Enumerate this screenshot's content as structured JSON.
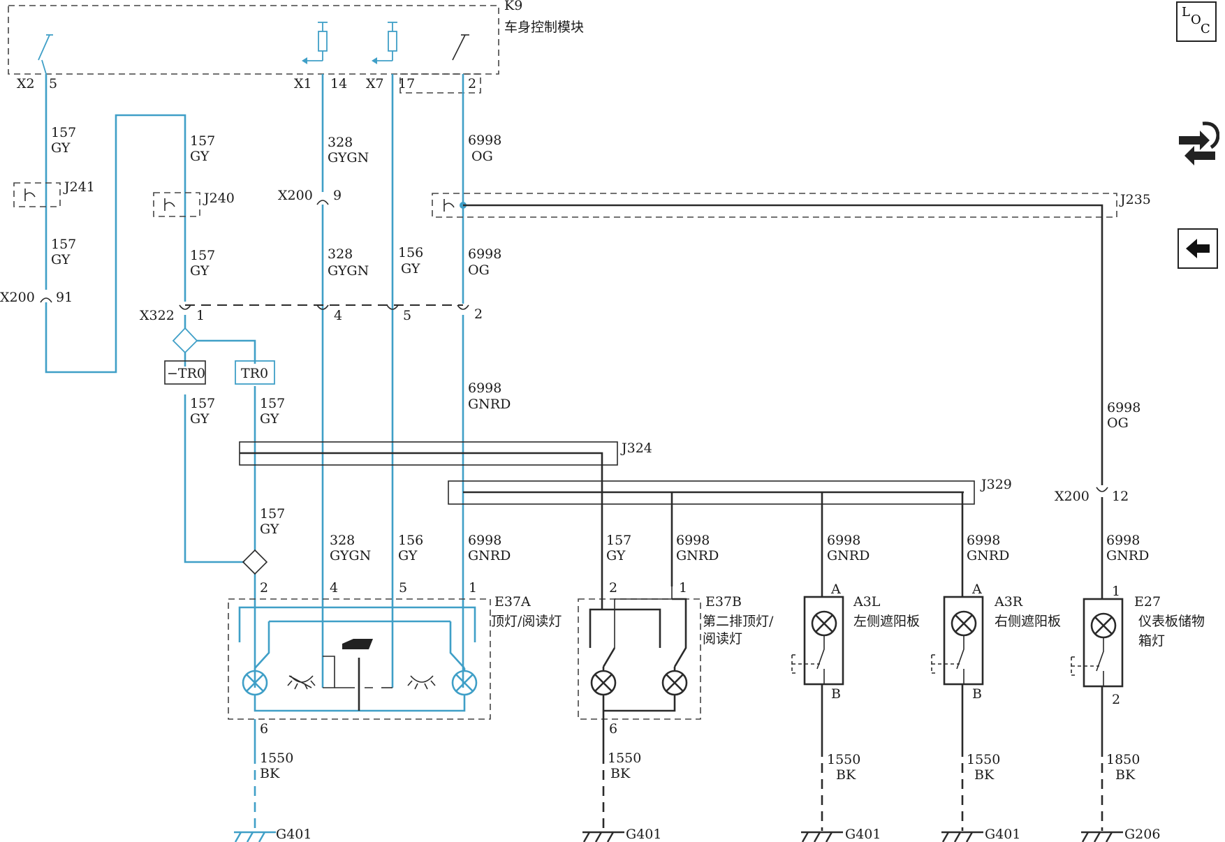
{
  "module": {
    "id": "K9",
    "name": "车身控制模块"
  },
  "module_pins": {
    "x2": "X2",
    "x2_pin": "5",
    "x1": "X1",
    "x1_pin": "14",
    "x7": "X7",
    "x7_pin": "17",
    "pin2": "2"
  },
  "wires": {
    "w1_num": "157",
    "w1_col": "GY",
    "w2_num": "157",
    "w2_col": "GY",
    "w3_num": "328",
    "w3_col": "GYGN",
    "w4_num": "6998",
    "w4_col": "OG",
    "w5_num": "157",
    "w5_col": "GY",
    "w6_num": "157",
    "w6_col": "GY",
    "w7_num": "328",
    "w7_col": "GYGN",
    "w8_num": "156",
    "w8_col": "GY",
    "w9_num": "6998",
    "w9_col": "OG",
    "w10_num": "6998",
    "w10_col": "GNRD",
    "w11_num": "157",
    "w11_col": "GY",
    "w12_num": "157",
    "w12_col": "GY",
    "w13_num": "6998",
    "w13_col": "OG",
    "w14_num": "157",
    "w14_col": "GY",
    "w15_num": "328",
    "w15_col": "GYGN",
    "w16_num": "156",
    "w16_col": "GY",
    "w17_num": "6998",
    "w17_col": "GNRD",
    "w18_num": "157",
    "w18_col": "GY",
    "w19_num": "6998",
    "w19_col": "GNRD",
    "w20_num": "6998",
    "w20_col": "GNRD",
    "w21_num": "6998",
    "w21_col": "GNRD",
    "w22_num": "6998",
    "w22_col": "GNRD",
    "g1_num": "1550",
    "g1_col": "BK",
    "g2_num": "1550",
    "g2_col": "BK",
    "g3_num": "1550",
    "g3_col": "BK",
    "g4_num": "1550",
    "g4_col": "BK",
    "g5_num": "1850",
    "g5_col": "BK"
  },
  "splices": {
    "j241": "J241",
    "j240": "J240",
    "j235": "J235",
    "j324": "J324",
    "j329": "J329"
  },
  "connectors": {
    "x200": "X200",
    "x200_pin9": "9",
    "x200_pin91": "91",
    "x200_pin12": "12",
    "x322": "X322",
    "x322_p1": "1",
    "x322_p4": "4",
    "x322_p5": "5",
    "x322_p2": "2"
  },
  "options": {
    "not_tr0": "−TR0",
    "tr0": "TR0"
  },
  "components": {
    "e37a_id": "E37A",
    "e37a_name": "顶灯/阅读灯",
    "e37a_p2": "2",
    "e37a_p4": "4",
    "e37a_p5": "5",
    "e37a_p1": "1",
    "e37a_p6": "6",
    "e37b_id": "E37B",
    "e37b_name1": "第二排顶灯/",
    "e37b_name2": "阅读灯",
    "e37b_p2": "2",
    "e37b_p1": "1",
    "e37b_p6": "6",
    "a3l_id": "A3L",
    "a3l_name": "左侧遮阳板",
    "a3l_pa": "A",
    "a3l_pb": "B",
    "a3r_id": "A3R",
    "a3r_name": "右侧遮阳板",
    "a3r_pa": "A",
    "a3r_pb": "B",
    "e27_id": "E27",
    "e27_name1": "仪表板储物",
    "e27_name2": "箱灯",
    "e27_p1": "1",
    "e27_p2": "2"
  },
  "grounds": {
    "g1": "G401",
    "g2": "G401",
    "g3": "G401",
    "g4": "G401",
    "g5": "G206"
  },
  "sidebar": {
    "loc_l": "L",
    "loc_o": "O",
    "loc_c": "C"
  },
  "colors": {
    "highlight_wire": "#3f9fc7",
    "wire": "#2a2a2a"
  }
}
